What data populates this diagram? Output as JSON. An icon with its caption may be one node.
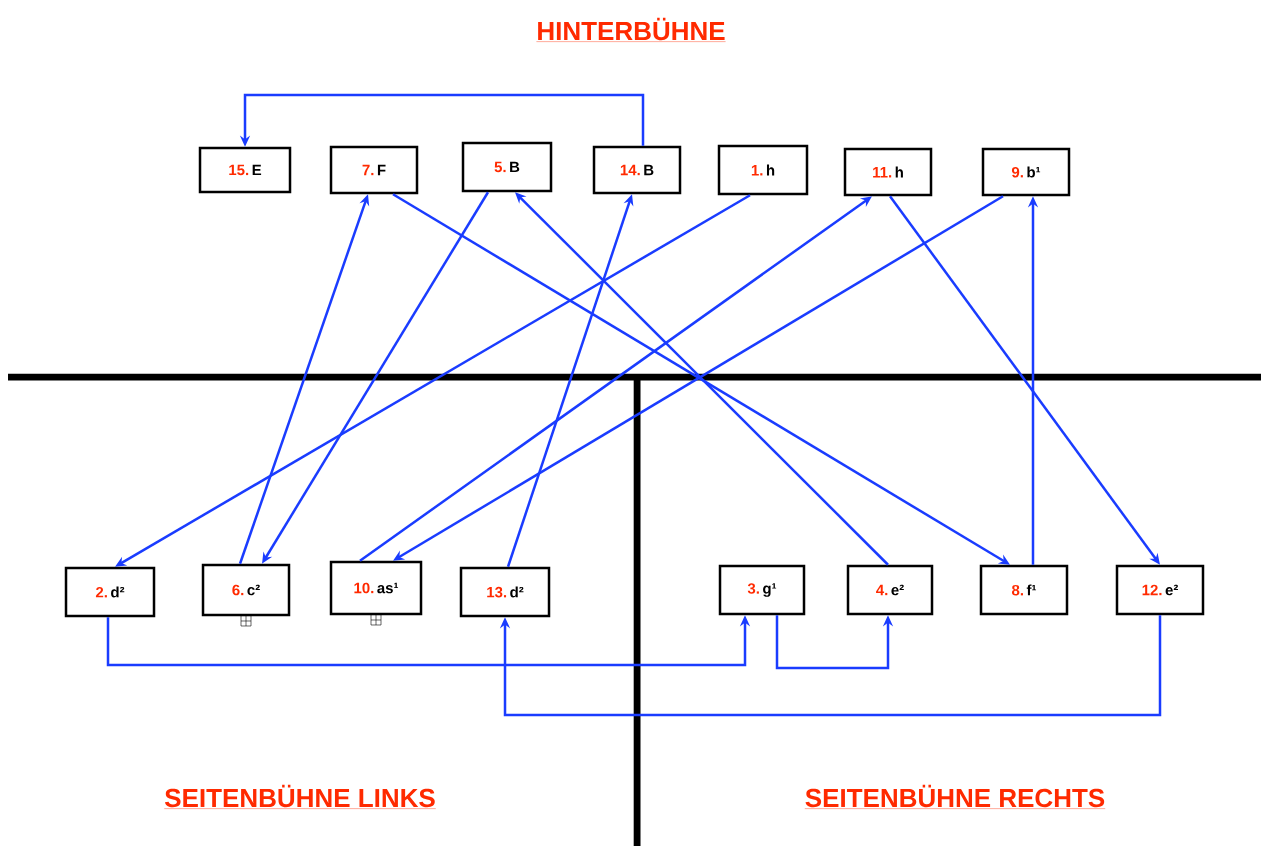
{
  "diagram": {
    "nodes": [
      {
        "text": [
          "15.",
          "E"
        ]
      },
      {
        "text": [
          "7.",
          "F"
        ]
      },
      {
        "text": [
          "5.",
          "B"
        ]
      },
      {
        "text": [
          "14.",
          "B"
        ]
      },
      {
        "text": [
          "1.",
          "h"
        ]
      },
      {
        "text": [
          "11.",
          "h"
        ]
      },
      {
        "text": [
          "9.",
          "b¹"
        ]
      },
      {
        "text": [
          "2.",
          "d²"
        ]
      },
      {
        "text": [
          "6.",
          "c²"
        ]
      },
      {
        "text": [
          "10.",
          "as¹"
        ]
      },
      {
        "text": [
          "13.",
          "d²"
        ]
      },
      {
        "text": [
          "3.",
          "g¹"
        ]
      },
      {
        "text": [
          "4.",
          "e²"
        ]
      },
      {
        "text": [
          "8.",
          "f¹"
        ]
      },
      {
        "text": [
          "12.",
          "e²"
        ]
      }
    ],
    "edges": [
      {
        "from": 4,
        "to": 7,
        "arrow": "to"
      },
      {
        "from": 7,
        "to": 11,
        "arrow": "to"
      },
      {
        "from": 11,
        "to": 12,
        "arrow": "to"
      },
      {
        "from": 12,
        "to": 2,
        "arrow": "to"
      },
      {
        "from": 2,
        "to": 8,
        "arrow": "to"
      },
      {
        "from": 8,
        "to": 1,
        "arrow": "to"
      },
      {
        "from": 1,
        "to": 13,
        "arrow": "to"
      },
      {
        "from": 13,
        "to": 6,
        "arrow": "to"
      },
      {
        "from": 6,
        "to": 9,
        "arrow": "to"
      },
      {
        "from": 9,
        "to": 5,
        "arrow": "to"
      },
      {
        "from": 5,
        "to": 14,
        "arrow": "to"
      },
      {
        "from": 14,
        "to": 10,
        "arrow": "to"
      },
      {
        "from": 10,
        "to": 3,
        "arrow": "to"
      },
      {
        "from": 3,
        "to": 0,
        "arrow": "to"
      }
    ],
    "labels": [
      "HINTERBÜHNE",
      "SEITENBÜHNE  LINKS",
      "SEITENBÜHNE  RECHTS"
    ]
  }
}
